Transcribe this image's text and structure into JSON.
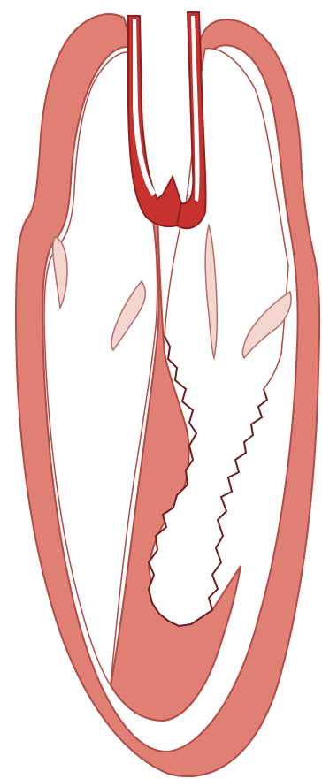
{
  "colors": {
    "background": "#ffffff",
    "myocardium": "#e07f73",
    "outline": "#b24a45",
    "artery": "#c8322e",
    "artery_dark": "#8f1f1f",
    "valve": "#f3d6d0",
    "valve_edge": "#b86a63",
    "septum_edge": "#6e1d1d",
    "chamber": "#ffffff"
  },
  "parts": [
    {
      "id": "left-wall",
      "name": "myocardium-left-wall"
    },
    {
      "id": "right-wall",
      "name": "myocardium-right-wall"
    },
    {
      "id": "septum",
      "name": "interventricular-septum"
    },
    {
      "id": "apex",
      "name": "apex"
    },
    {
      "id": "artery-left",
      "name": "outflow-vessel-left"
    },
    {
      "id": "artery-right",
      "name": "outflow-vessel-right"
    },
    {
      "id": "valve-left-upper",
      "name": "valve-leaflet-left-upper"
    },
    {
      "id": "valve-left-lower",
      "name": "valve-leaflet-left-lower"
    },
    {
      "id": "valve-right-upper",
      "name": "valve-leaflet-right-upper"
    },
    {
      "id": "valve-right-lower",
      "name": "valve-leaflet-right-lower"
    }
  ]
}
